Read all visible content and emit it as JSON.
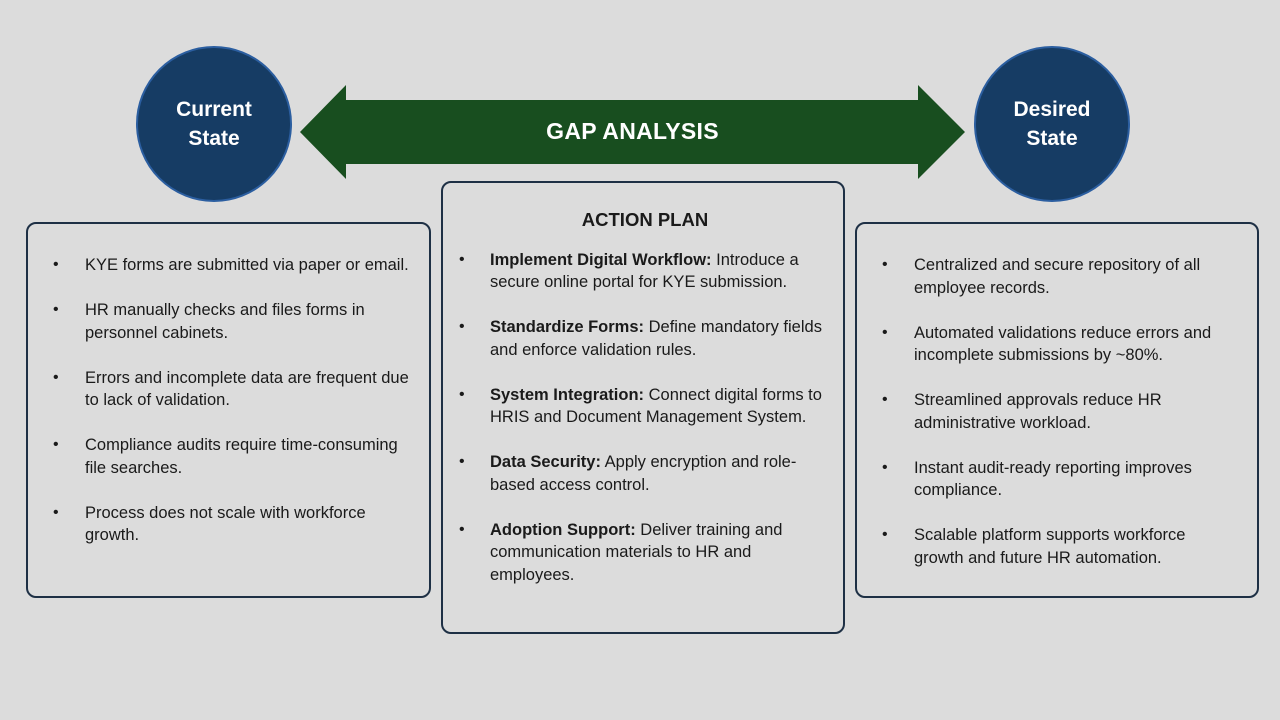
{
  "current_state": {
    "line1": "Current",
    "line2": "State"
  },
  "desired_state": {
    "line1": "Desired",
    "line2": "State"
  },
  "gap_label": "GAP ANALYSIS",
  "colors": {
    "background": "#dcdcdc",
    "circle_fill": "#163c64",
    "arrow_fill": "#184e1f",
    "box_border": "#1e3045"
  },
  "current_items": [
    "KYE forms are submitted via paper or email.",
    "HR manually checks and files forms in personnel cabinets.",
    "Errors and incomplete data are frequent due to lack of validation.",
    "Compliance audits require time-consuming file searches.",
    "Process does not scale with workforce growth."
  ],
  "action_plan": {
    "title": "ACTION PLAN",
    "items": [
      {
        "bold": "Implement Digital Workflow:",
        "text": " Introduce a secure online portal for KYE submission."
      },
      {
        "bold": "Standardize Forms:",
        "text": " Define mandatory fields and enforce validation rules."
      },
      {
        "bold": "System Integration:",
        "text": " Connect digital forms to HRIS and Document Management System."
      },
      {
        "bold": "Data Security:",
        "text": " Apply encryption and role-based access control."
      },
      {
        "bold": "Adoption Support:",
        "text": " Deliver training and communication materials to HR and employees."
      }
    ]
  },
  "desired_items": [
    "Centralized and secure repository of all employee records.",
    "Automated validations reduce errors and incomplete submissions by ~80%.",
    "Streamlined approvals reduce HR administrative workload.",
    "Instant audit-ready reporting improves compliance.",
    "Scalable platform supports workforce growth and future HR automation."
  ]
}
